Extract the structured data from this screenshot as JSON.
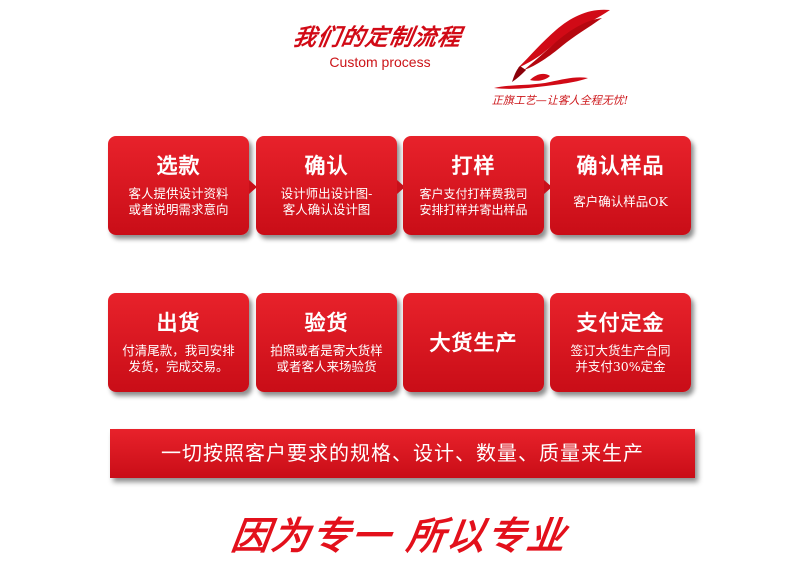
{
  "header": {
    "title_cn": "我们的定制流程",
    "title_en": "Custom process",
    "slogan": "正旗工艺—让客人全程无忧!"
  },
  "steps_row1": [
    {
      "title": "选款",
      "desc_line1": "客人提供设计资料",
      "desc_line2": "或者说明需求意向"
    },
    {
      "title": "确认",
      "desc_line1": "设计师出设计图-",
      "desc_line2": "客人确认设计图"
    },
    {
      "title": "打样",
      "desc_line1": "客户支付打样费我司",
      "desc_line2": "安排打样并寄出样品"
    },
    {
      "title": "确认样品",
      "desc_line1": "客户确认样品OK",
      "desc_line2": ""
    }
  ],
  "steps_row2": [
    {
      "title": "出货",
      "desc_line1": "付清尾款，我司安排",
      "desc_line2": "发货，完成交易。"
    },
    {
      "title": "验货",
      "desc_line1": "拍照或者是寄大货样",
      "desc_line2": "或者客人来场验货"
    },
    {
      "title": "大货生产",
      "desc_line1": "",
      "desc_line2": ""
    },
    {
      "title": "支付定金",
      "desc_line1": "签订大货生产合同",
      "desc_line2": "并支付30%定金"
    }
  ],
  "banner": "一切按照客户要求的规格、设计、数量、质量来生产",
  "motto": "因为专一 所以专业",
  "colors": {
    "accent": "#d10a16",
    "box_top": "#e8222b",
    "box_bottom": "#c90d17"
  }
}
